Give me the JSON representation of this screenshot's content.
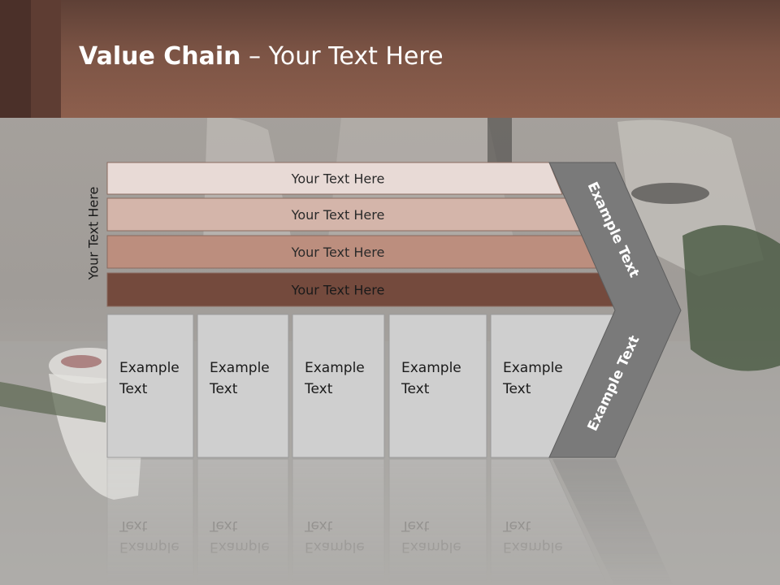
{
  "slide": {
    "title_bold": "Value Chain",
    "title_rest": " – Your Text Here",
    "side_label": "Your Text Here"
  },
  "bars": [
    {
      "label": "Your Text Here",
      "color": "#e8dad6"
    },
    {
      "label": "Your Text Here",
      "color": "#d4b5aa"
    },
    {
      "label": "Your Text Here",
      "color": "#bc8e7e"
    },
    {
      "label": "Your Text Here",
      "color": "#744a3d"
    }
  ],
  "boxes": [
    {
      "line1": "Example",
      "line2": "Text"
    },
    {
      "line1": "Example",
      "line2": "Text"
    },
    {
      "line1": "Example",
      "line2": "Text"
    },
    {
      "line1": "Example",
      "line2": "Text"
    },
    {
      "line1": "Example",
      "line2": "Text"
    }
  ],
  "arrow": {
    "top_label": "Example Text",
    "bottom_label": "Example Text",
    "color": "#7a7a7a"
  },
  "colors": {
    "header": "#8d5f4d",
    "box_fill": "#cfcfcf",
    "box_text": "#1a1a1a"
  }
}
